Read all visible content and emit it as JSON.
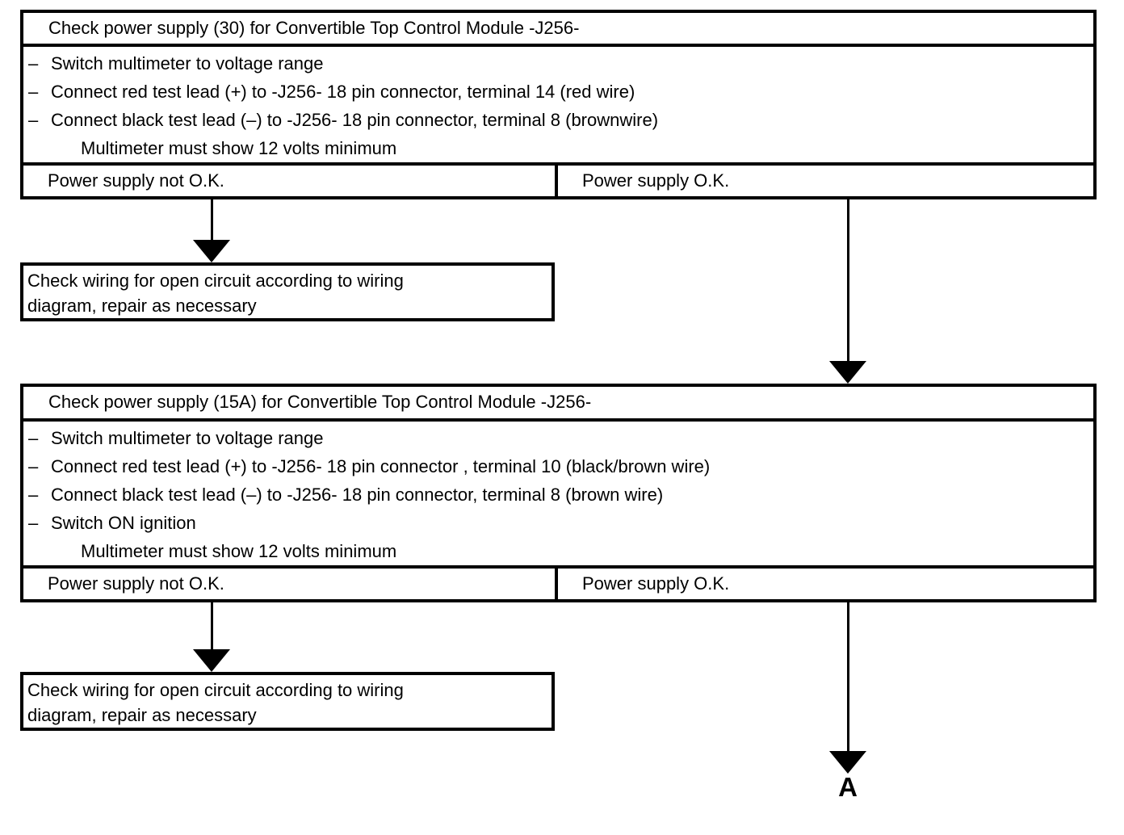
{
  "diagram": {
    "colors": {
      "ink": "#000000",
      "paper": "#ffffff"
    },
    "blocks": [
      {
        "title": "Check power supply (30) for Convertible Top Control Module -J256-",
        "steps": [
          {
            "marker": "–",
            "text": "Switch multimeter to voltage range"
          },
          {
            "marker": "–",
            "text": "Connect red test lead (+) to -J256- 18 pin connector, terminal 14 (red wire)"
          },
          {
            "marker": "–",
            "text": "Connect black test lead (–) to -J256- 18 pin connector, terminal 8 (brownwire)"
          },
          {
            "marker": "",
            "text": "Multimeter must show 12 volts minimum"
          }
        ],
        "result_fail": "Power supply not O.K.",
        "result_ok": "Power supply O.K."
      },
      {
        "title": "Check power supply (15A) for Convertible Top Control Module -J256-",
        "steps": [
          {
            "marker": "–",
            "text": "Switch multimeter to voltage range"
          },
          {
            "marker": "–",
            "text": "Connect red test lead (+) to -J256- 18 pin connector , terminal 10 (black/brown wire)"
          },
          {
            "marker": "–",
            "text": "Connect black test lead (–) to -J256- 18 pin connector, terminal 8 (brown wire)"
          },
          {
            "marker": "–",
            "text": "Switch ON ignition"
          },
          {
            "marker": "",
            "text": "Multimeter must show 12 volts minimum"
          }
        ],
        "result_fail": "Power supply not O.K.",
        "result_ok": "Power supply O.K."
      }
    ],
    "action_boxes": [
      {
        "lines": [
          "Check wiring for open circuit according to wiring",
          "diagram, repair as necessary"
        ]
      },
      {
        "lines": [
          "Check wiring for open circuit according to wiring",
          "diagram, repair as necessary"
        ]
      }
    ],
    "connector_label": "A"
  }
}
